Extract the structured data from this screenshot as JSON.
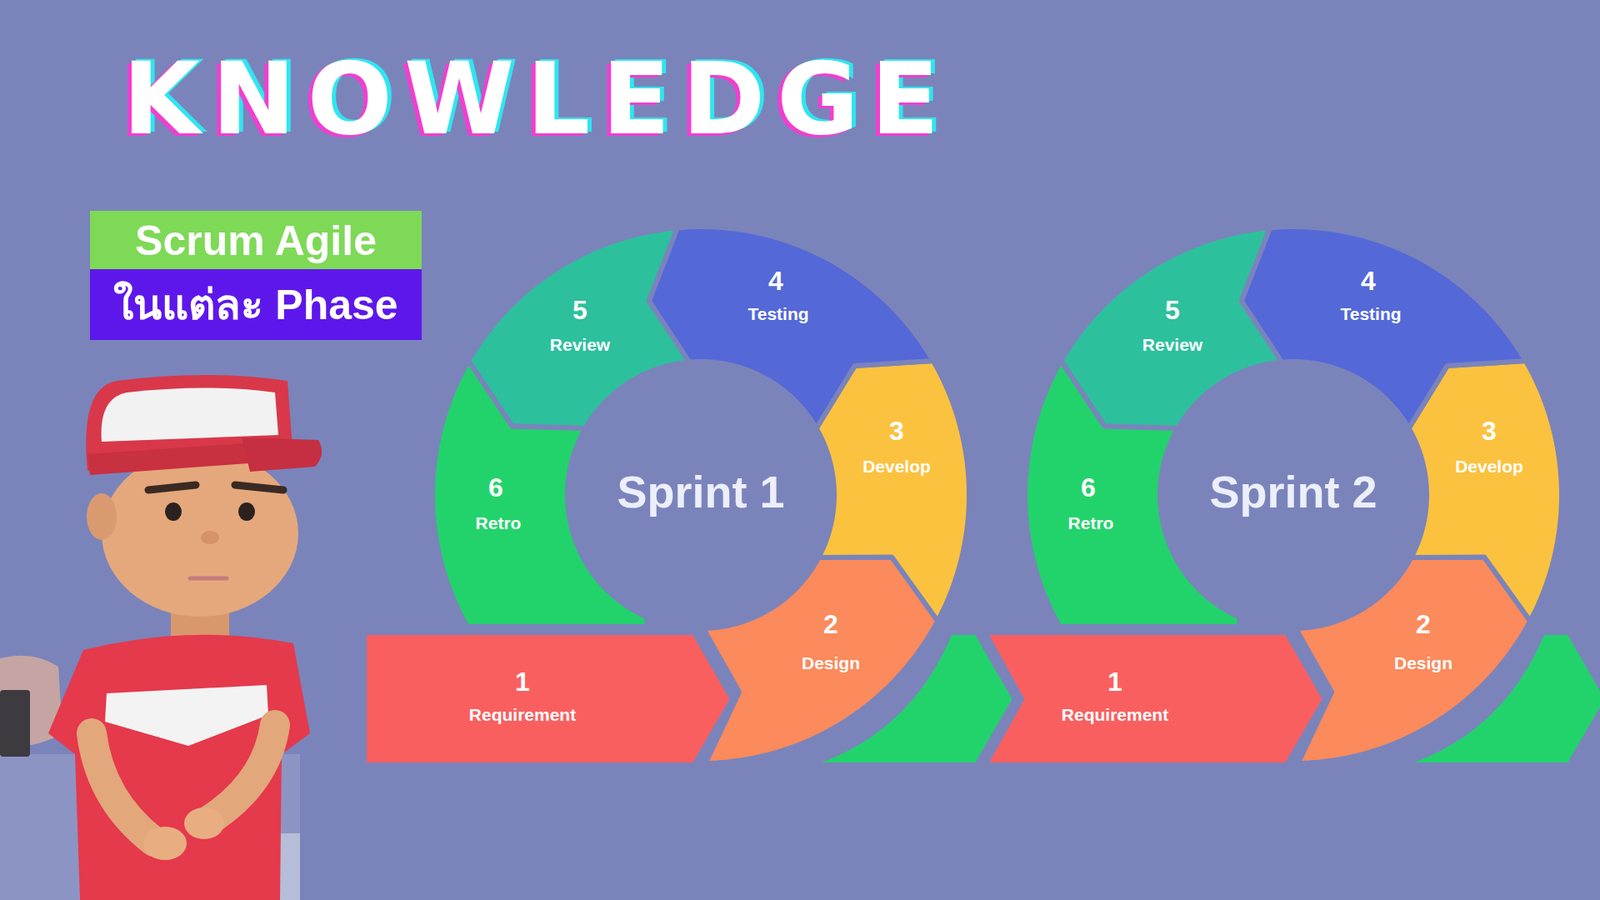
{
  "diagram": {
    "title": "KNOWLEDGE",
    "nodes": [
      {
        "text": [
          "Scrum Agile"
        ]
      },
      {
        "text": [
          "ในแต่ละ Phase"
        ]
      },
      {
        "text": [
          "1",
          "Requirement"
        ]
      },
      {
        "text": [
          "2",
          "Design"
        ]
      },
      {
        "text": [
          "3",
          "Develop"
        ]
      },
      {
        "text": [
          "4",
          "Testing"
        ]
      },
      {
        "text": [
          "5",
          "Review"
        ]
      },
      {
        "text": [
          "6",
          "Retro"
        ]
      },
      {
        "text": [
          "1",
          "Requirement"
        ]
      },
      {
        "text": [
          "2",
          "Design"
        ]
      },
      {
        "text": [
          "3",
          "Develop"
        ]
      },
      {
        "text": [
          "4",
          "Testing"
        ]
      },
      {
        "text": [
          "5",
          "Review"
        ]
      },
      {
        "text": [
          "6",
          "Retro"
        ]
      }
    ],
    "labels": [
      "Sprint 1",
      "Sprint 2"
    ]
  }
}
